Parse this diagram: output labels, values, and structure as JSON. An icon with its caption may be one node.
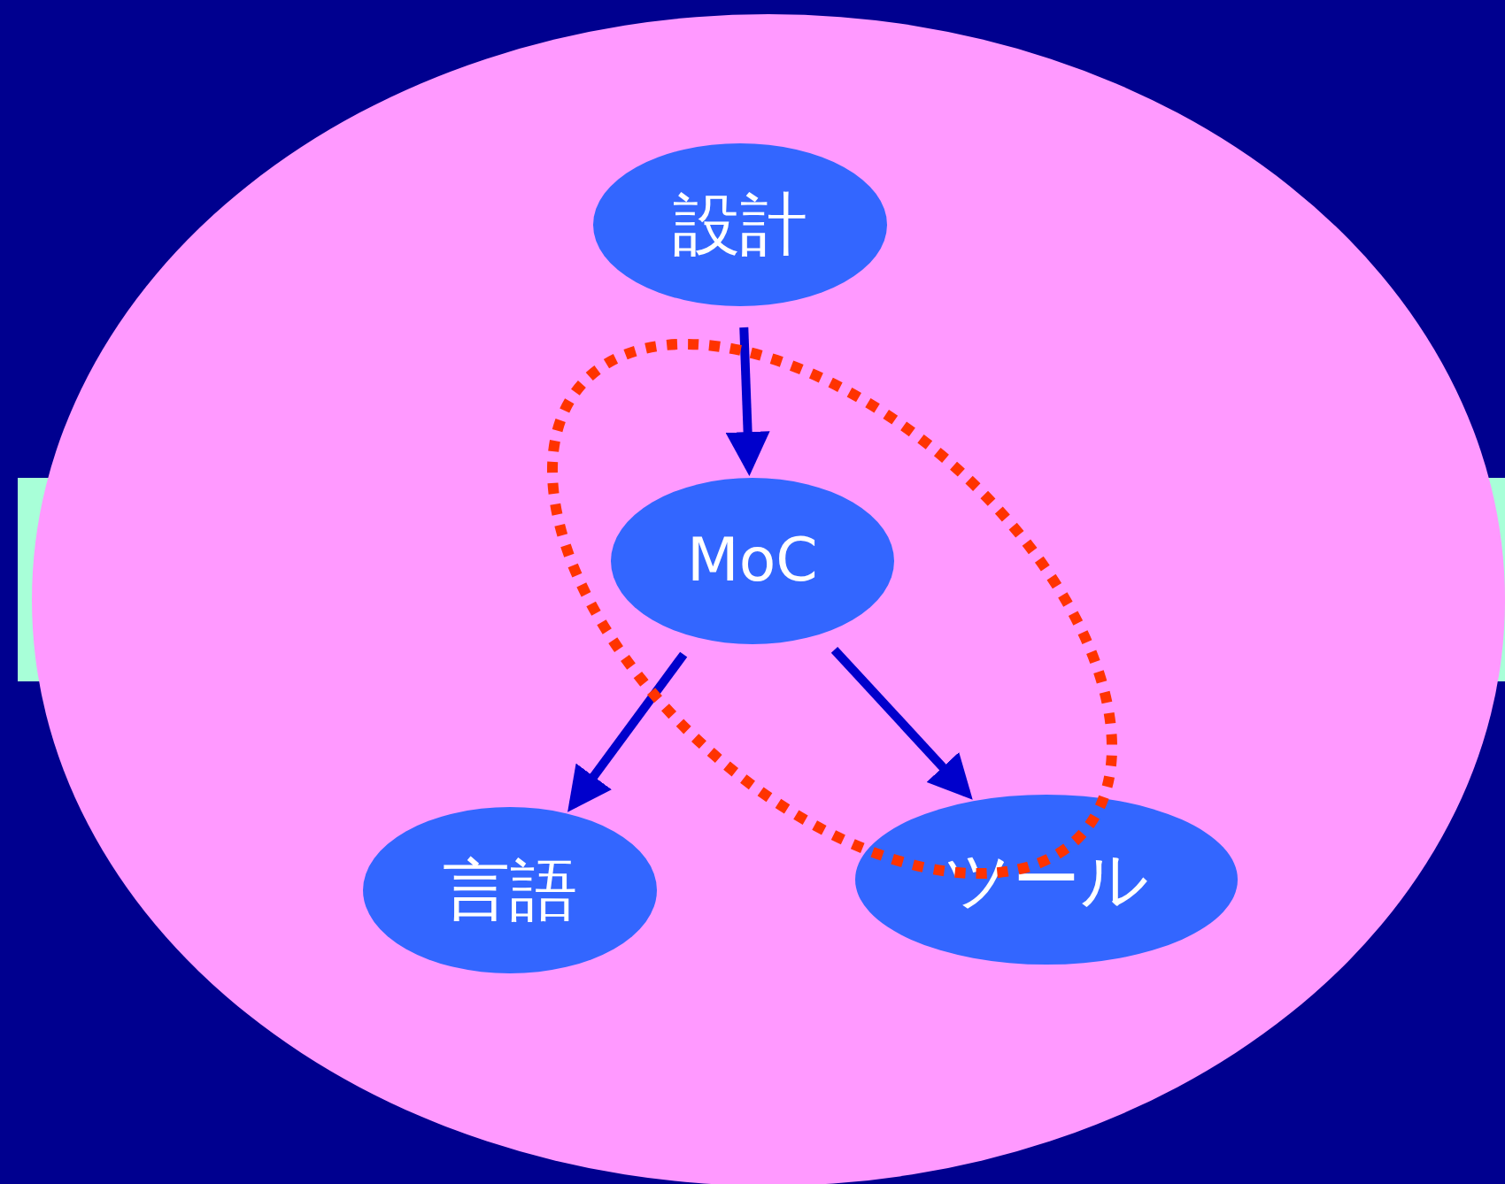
{
  "diagram": {
    "nodes": [
      {
        "text": [],
        "shape": "circle"
      },
      {
        "text": [
          "設計"
        ],
        "in": 0
      },
      {
        "text": [
          "MoC"
        ],
        "in": 0
      },
      {
        "text": [
          "言語"
        ],
        "in": 0
      },
      {
        "text": [
          "ツール"
        ],
        "in": 0
      }
    ],
    "edges": [
      {
        "from": 1,
        "to": 2,
        "arrow": "to"
      },
      {
        "from": 2,
        "to": 3,
        "arrow": "to"
      },
      {
        "from": 2,
        "to": 4,
        "arrow": "to"
      }
    ]
  }
}
